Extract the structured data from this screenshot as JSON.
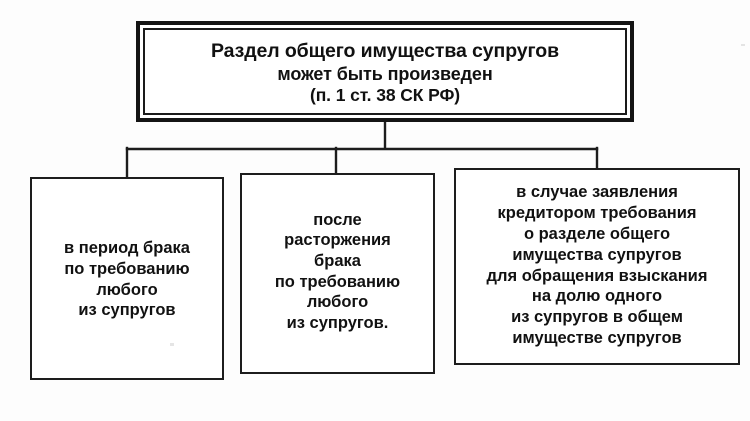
{
  "diagram": {
    "type": "hierarchy-tree",
    "language": "ru",
    "background_color": "#fdfdfd",
    "line_color": "#1d1d1d",
    "text_color": "#111111",
    "root": {
      "title_line_1": "Раздел общего имущества супругов",
      "title_line_2": "может быть произведен",
      "title_line_3": "(п. 1 ст. 38 СК РФ)"
    },
    "branches": [
      {
        "id": "branch-1",
        "text": "в период брака\nпо требованию\nлюбого\nиз супругов"
      },
      {
        "id": "branch-2",
        "text": "после\nрасторжения\nбрака\nпо требованию\nлюбого\nиз супругов."
      },
      {
        "id": "branch-3",
        "text": "в случае заявления\nкредитором требования\nо разделе общего\nимущества супругов\nдля обращения взыскания\nна долю одного\nиз супругов в общем\nимуществе супругов"
      }
    ]
  }
}
